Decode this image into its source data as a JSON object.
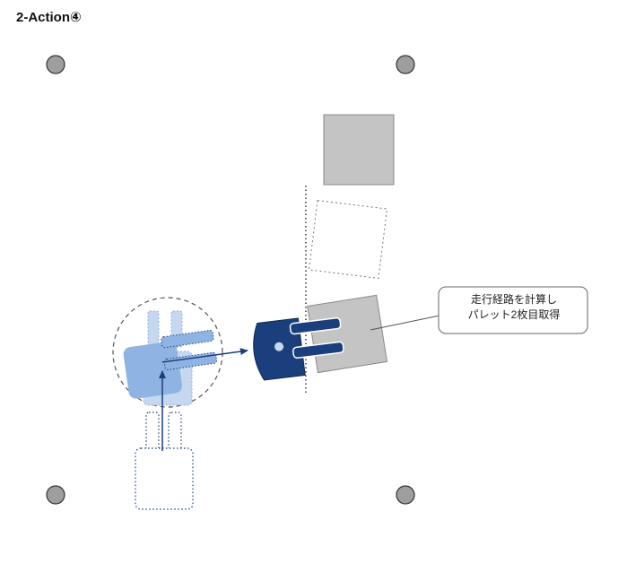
{
  "title": "2-Action④",
  "callout": {
    "line1": "走行経路を計算し",
    "line2": "パレット2枚目取得"
  },
  "colors": {
    "robot_dark": "#1a3f7c",
    "robot_light": "#8fb4e3",
    "robot_lighter": "#c5d8ef",
    "pallet_fill": "#c4c4c4",
    "pallet_stroke": "#8a8a8a",
    "pillar_fill": "#9e9e9e",
    "arrow": "#1a3f7c",
    "dotted": "#555555"
  },
  "icons": {
    "pillar": "circle-marker",
    "robot": "forklift-robot"
  }
}
